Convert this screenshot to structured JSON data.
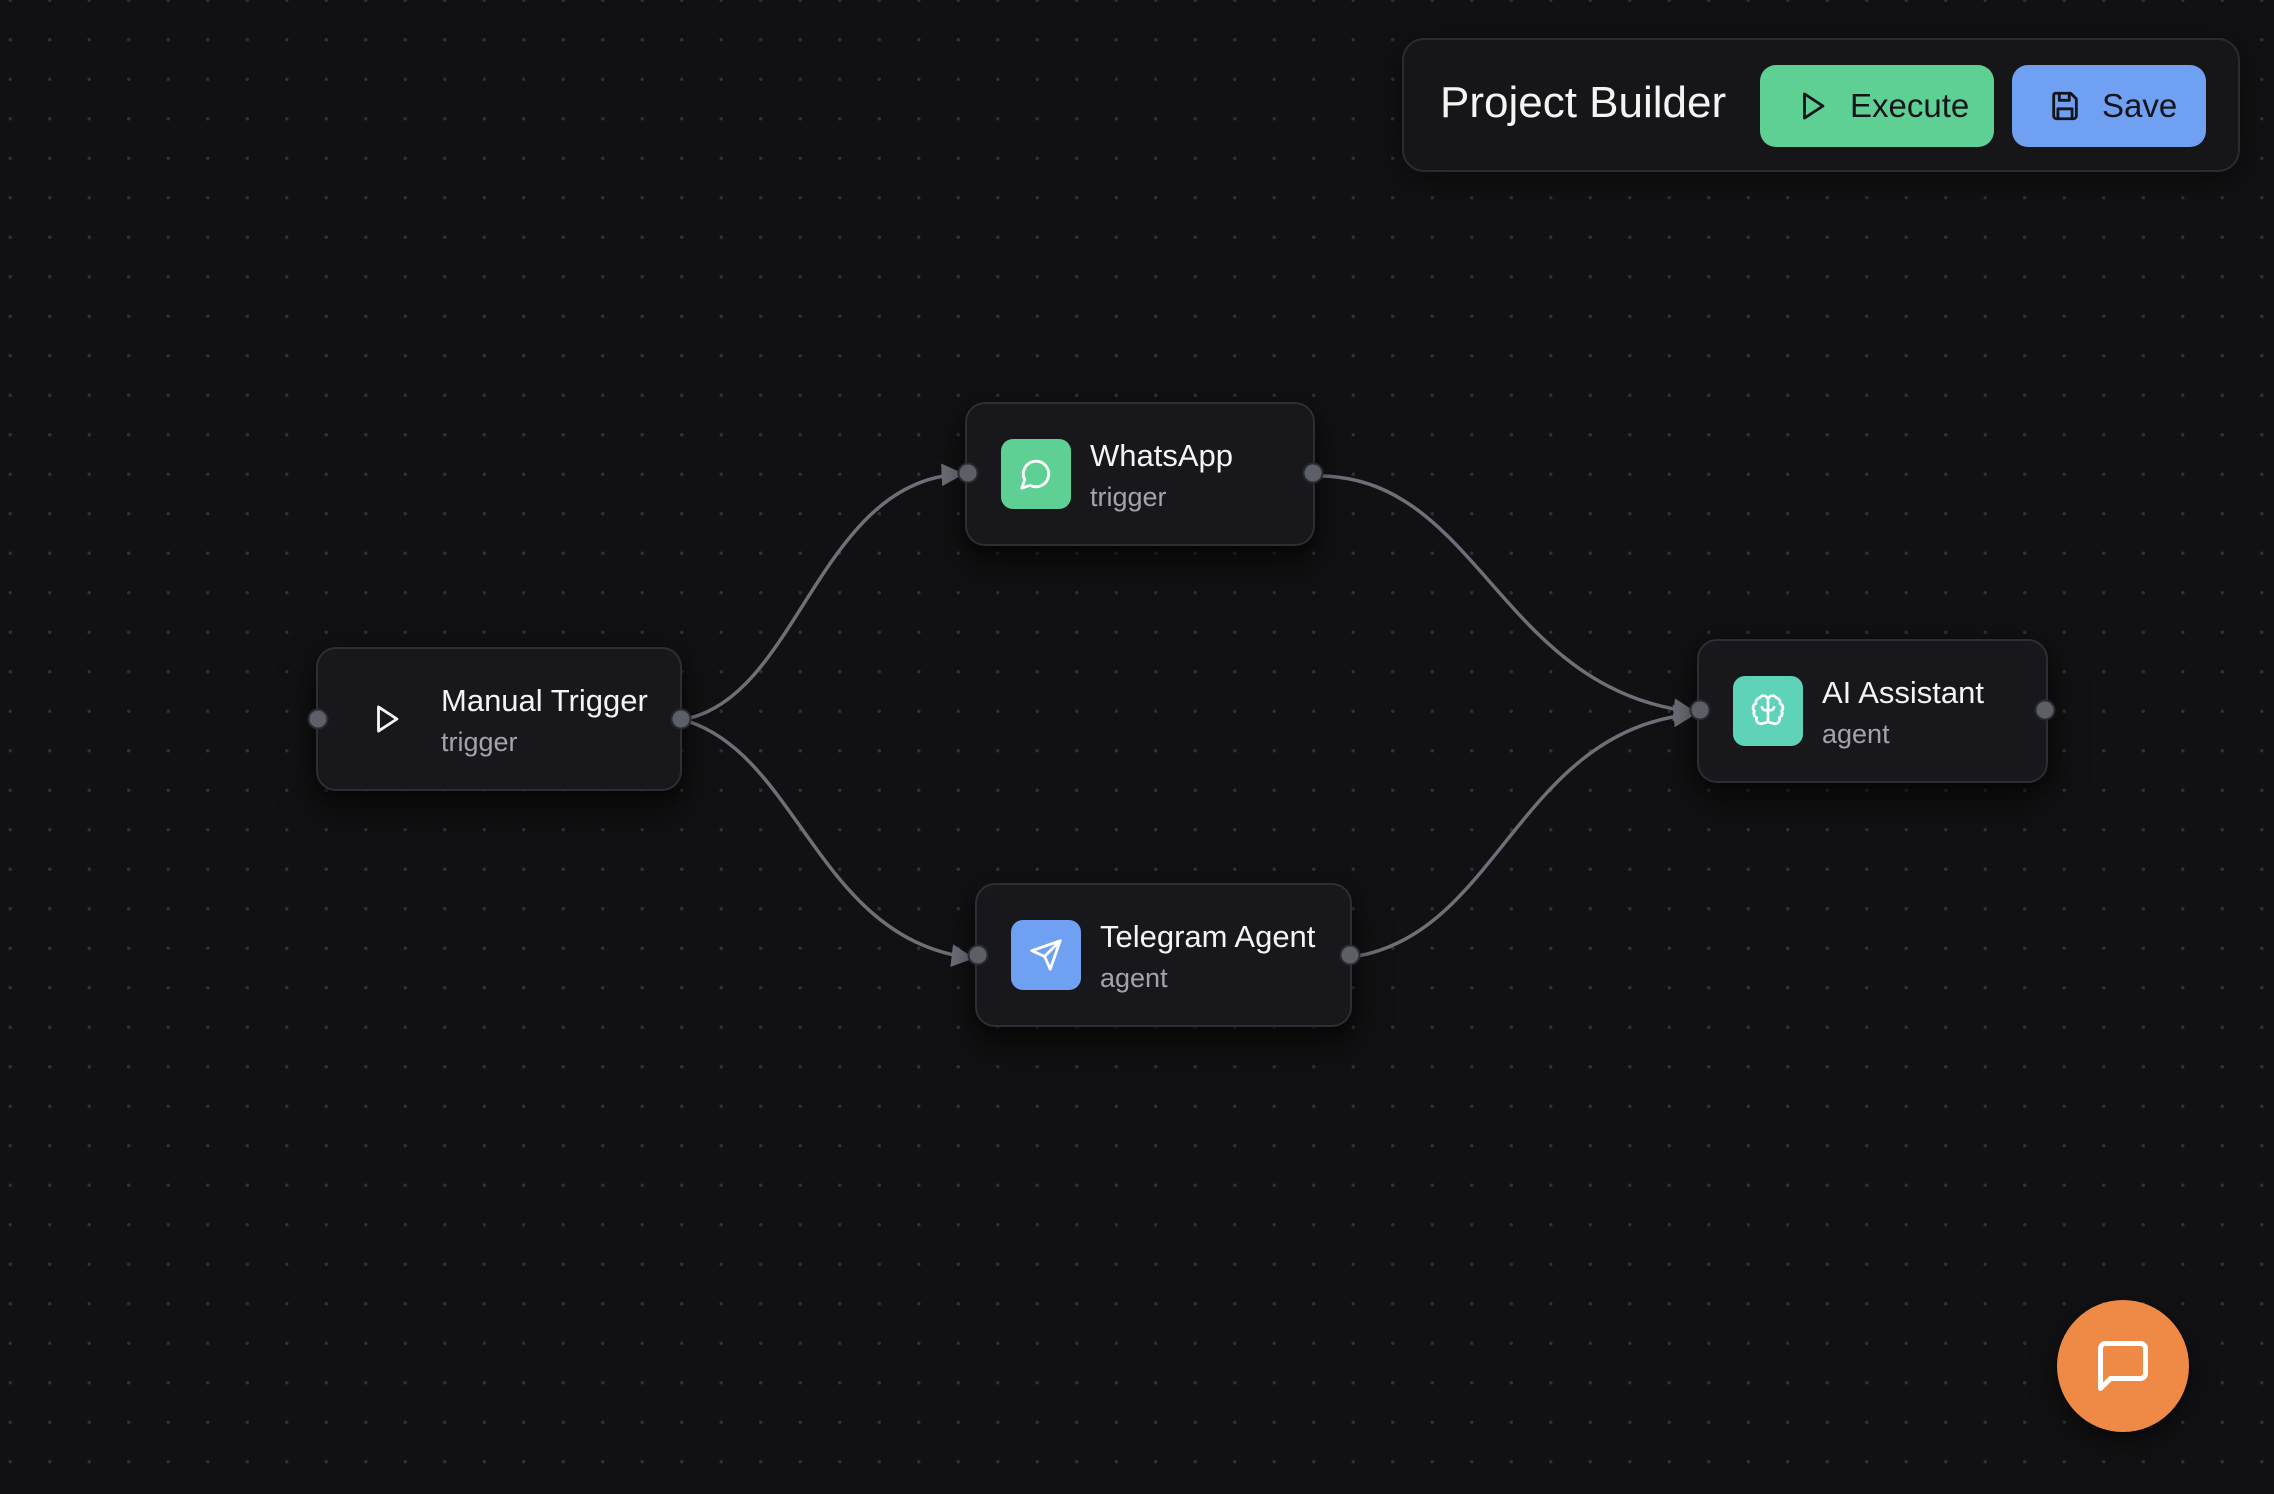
{
  "toolbar": {
    "title": "Project Builder",
    "execute_label": "Execute",
    "save_label": "Save",
    "execute_color": "#5fd094",
    "save_color": "#6fa0f2"
  },
  "nodes": [
    {
      "id": "manual-trigger",
      "title": "Manual Trigger",
      "type": "trigger",
      "icon": "play-icon",
      "icon_color": "transparent"
    },
    {
      "id": "whatsapp",
      "title": "WhatsApp",
      "type": "trigger",
      "icon": "message-circle-icon",
      "icon_color": "#5fd094"
    },
    {
      "id": "telegram-agent",
      "title": "Telegram Agent",
      "type": "agent",
      "icon": "send-icon",
      "icon_color": "#6fa0f2"
    },
    {
      "id": "ai-assistant",
      "title": "AI Assistant",
      "type": "agent",
      "icon": "brain-icon",
      "icon_color": "#5fd3b8"
    }
  ],
  "edges": [
    {
      "from": "manual-trigger",
      "to": "whatsapp"
    },
    {
      "from": "manual-trigger",
      "to": "telegram-agent"
    },
    {
      "from": "whatsapp",
      "to": "ai-assistant"
    },
    {
      "from": "telegram-agent",
      "to": "ai-assistant"
    }
  ],
  "chat_button": {
    "icon": "chat-icon",
    "color": "#ef8a46"
  }
}
